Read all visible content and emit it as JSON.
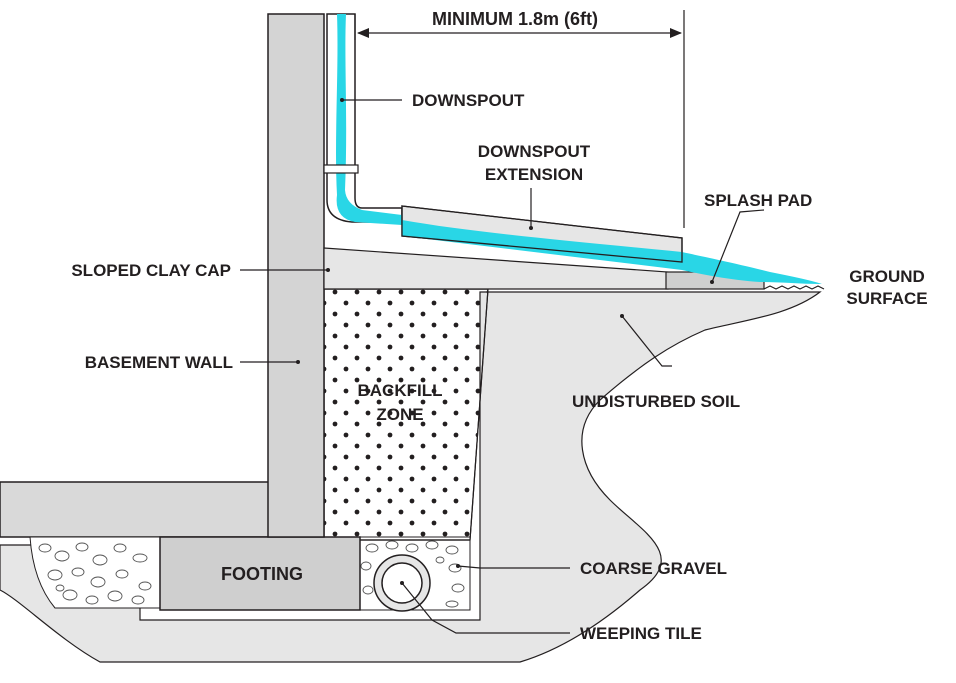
{
  "diagram": {
    "dimension_label": "MINIMUM 1.8m (6ft)",
    "labels": {
      "downspout": "DOWNSPOUT",
      "downspout_extension_line1": "DOWNSPOUT",
      "downspout_extension_line2": "EXTENSION",
      "splash_pad": "SPLASH PAD",
      "ground_surface_line1": "GROUND",
      "ground_surface_line2": "SURFACE",
      "sloped_clay_cap": "SLOPED CLAY CAP",
      "basement_wall": "BASEMENT WALL",
      "backfill_zone_line1": "BACKFILL",
      "backfill_zone_line2": "ZONE",
      "undisturbed_soil": "UNDISTURBED SOIL",
      "footing": "FOOTING",
      "coarse_gravel": "COARSE GRAVEL",
      "weeping_tile": "WEEPING TILE"
    },
    "colors": {
      "water": "#29d6e6",
      "soil": "#e6e6e6",
      "concrete": "#cfcfcf",
      "wall": "#d4d4d4",
      "outline": "#231f20"
    }
  }
}
